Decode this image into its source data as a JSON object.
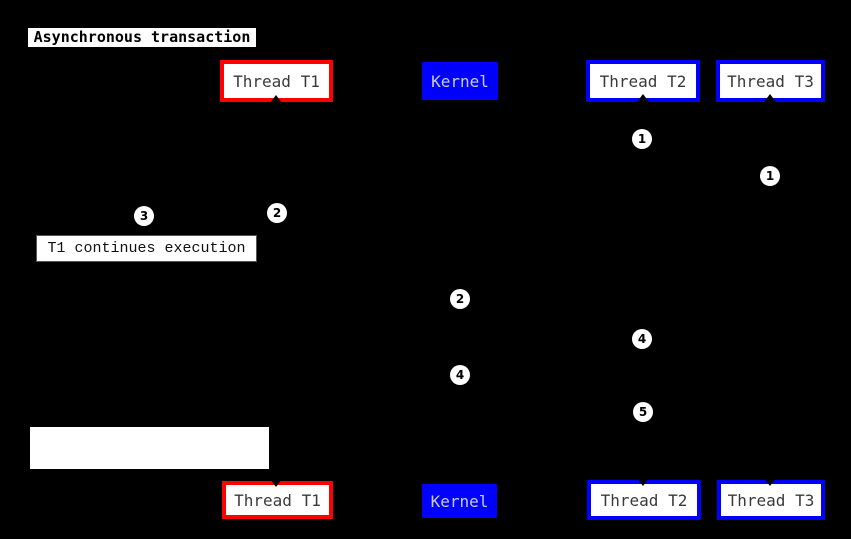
{
  "title": "Asynchronous transaction",
  "participants": {
    "t1": {
      "label": "Thread T1",
      "accent": "#ff0000"
    },
    "kernel": {
      "label": "Kernel",
      "accent": "#0000ff"
    },
    "t2": {
      "label": "Thread T2",
      "accent": "#0000ff"
    },
    "t3": {
      "label": "Thread T3",
      "accent": "#0000ff"
    }
  },
  "note": {
    "text": "T1 continues execution"
  },
  "markers": [
    {
      "label": "1"
    },
    {
      "label": "1"
    },
    {
      "label": "2"
    },
    {
      "label": "3"
    },
    {
      "label": "2"
    },
    {
      "label": "4"
    },
    {
      "label": "4"
    },
    {
      "label": "5"
    }
  ],
  "colors": {
    "background": "#000000",
    "red_accent": "#ff0000",
    "blue_accent": "#0000ff",
    "participant_text": "#3a3a3a",
    "kernel_text": "#cccccc",
    "box_fill": "#ffffff"
  }
}
